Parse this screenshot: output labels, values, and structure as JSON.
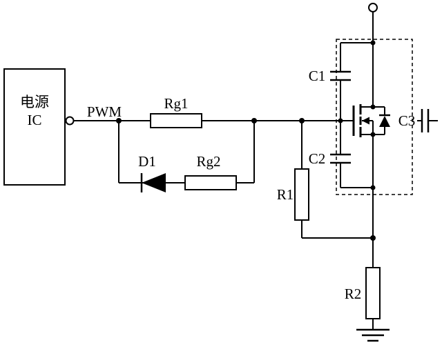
{
  "background": "#ffffff",
  "line_color": "#000000",
  "schematic": {
    "kind": "circuit-diagram",
    "labels": {
      "ic_line1": "电源",
      "ic_line2": "IC",
      "pwm": "PWM",
      "rg1": "Rg1",
      "d1": "D1",
      "rg2": "Rg2",
      "c1": "C1",
      "c2": "C2",
      "c3": "C3",
      "r1": "R1",
      "r2": "R2"
    },
    "components": [
      {
        "id": "电源IC",
        "type": "ic-block"
      },
      {
        "id": "PWM",
        "type": "signal-net"
      },
      {
        "id": "Rg1",
        "type": "resistor"
      },
      {
        "id": "D1",
        "type": "diode"
      },
      {
        "id": "Rg2",
        "type": "resistor"
      },
      {
        "id": "C1",
        "type": "capacitor"
      },
      {
        "id": "C2",
        "type": "capacitor"
      },
      {
        "id": "C3",
        "type": "capacitor"
      },
      {
        "id": "R1",
        "type": "resistor"
      },
      {
        "id": "R2",
        "type": "resistor"
      },
      {
        "id": "Q1",
        "type": "n-channel-mosfet-with-body-diode"
      }
    ]
  }
}
